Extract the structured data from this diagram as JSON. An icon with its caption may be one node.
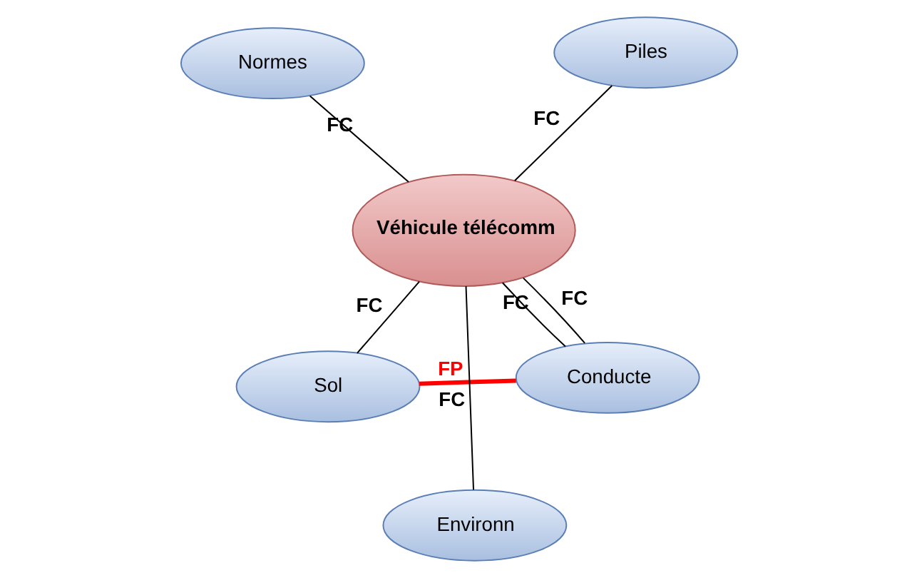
{
  "diagram": {
    "nodes": [
      {
        "text": [
          "Sol"
        ]
      },
      {
        "text": [
          "Conducte"
        ]
      },
      {
        "text": [
          "Environn"
        ]
      },
      {
        "text": [
          "Véhicule télécomm"
        ]
      },
      {
        "text": [
          "Piles"
        ]
      },
      {
        "text": [
          "Normes"
        ]
      }
    ],
    "edges": [
      {
        "from": 1,
        "to": 0,
        "arrow": "none",
        "label": "FP",
        "style": "thick",
        "color": "#ff0000"
      },
      {
        "from": 0,
        "to": 3,
        "arrow": "none",
        "label": "FC"
      },
      {
        "from": 1,
        "to": 3,
        "arrow": "none",
        "label": "FC"
      },
      {
        "from": 1,
        "to": 3,
        "arrow": "none",
        "label": "FC"
      },
      {
        "from": 2,
        "to": 3,
        "arrow": "none",
        "label": "FC"
      },
      {
        "from": 4,
        "to": 3,
        "arrow": "none",
        "label": "FC"
      },
      {
        "from": 5,
        "to": 3,
        "arrow": "none",
        "label": "FC"
      }
    ]
  }
}
